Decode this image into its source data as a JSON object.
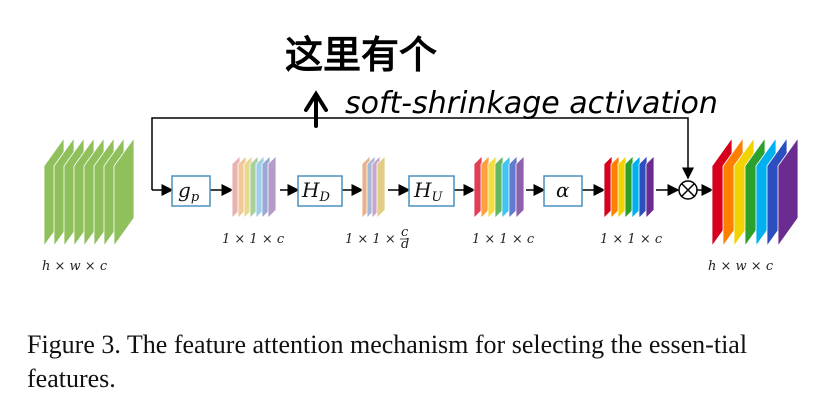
{
  "annotation": {
    "chinese": "这里有个",
    "english": "soft-shrinkage activation"
  },
  "diagram": {
    "input_label": "h × w × c",
    "output_label": "h × w × c",
    "ops": {
      "gp": {
        "main": "g",
        "sub": "p"
      },
      "hd": {
        "main": "H",
        "sub": "D"
      },
      "hu": {
        "main": "H",
        "sub": "U"
      },
      "alpha": "α",
      "multiply": "⊗"
    },
    "dims": {
      "after_gp": "1 × 1 × c",
      "after_hd_prefix": "1 × 1 ×",
      "after_hd_num": "c",
      "after_hd_den": "d",
      "after_hu": "1 × 1 × c",
      "after_alpha": "1 × 1 × c"
    },
    "colors": {
      "input_green": "#8fc05b",
      "input_green_edge": "#6e9a42",
      "rainbow": [
        "#d6001c",
        "#ff7f00",
        "#f2d200",
        "#2ca02c",
        "#00b0f0",
        "#2b4fbf",
        "#6a2c91"
      ],
      "pooled": [
        "#e8b3b3",
        "#f2c79a",
        "#e9d98c",
        "#a9cf9b",
        "#9fcfe8",
        "#9aa8d8",
        "#b49bc9"
      ]
    }
  },
  "caption": "Figure 3. The feature attention mechanism for selecting the essen-tial features."
}
